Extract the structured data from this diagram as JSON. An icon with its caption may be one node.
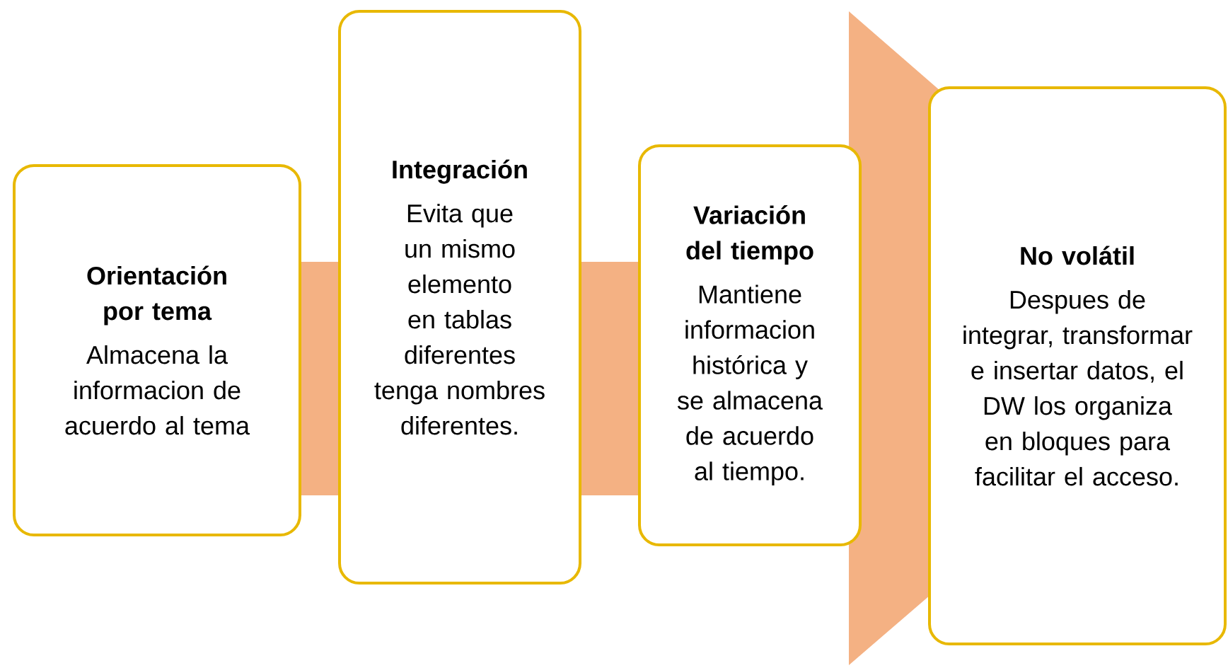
{
  "diagram": {
    "nodes": [
      {
        "text": [
          "Orientación por tema",
          "Almacena la informacion de acuerdo al tema"
        ]
      },
      {
        "text": [
          "Integración",
          "Evita que un mismo elemento en tablas diferentes tenga nombres diferentes."
        ]
      },
      {
        "text": [
          "Variación del tiempo",
          "Mantiene informacion histórica y se almacena de acuerdo al tiempo."
        ]
      },
      {
        "text": [
          "No volátil",
          "Despues de integrar, transformar e insertar datos, el DW los organiza en bloques para facilitar el acceso."
        ]
      }
    ],
    "edges": [
      {
        "from": 0,
        "to": 3,
        "arrow": "to"
      }
    ]
  }
}
